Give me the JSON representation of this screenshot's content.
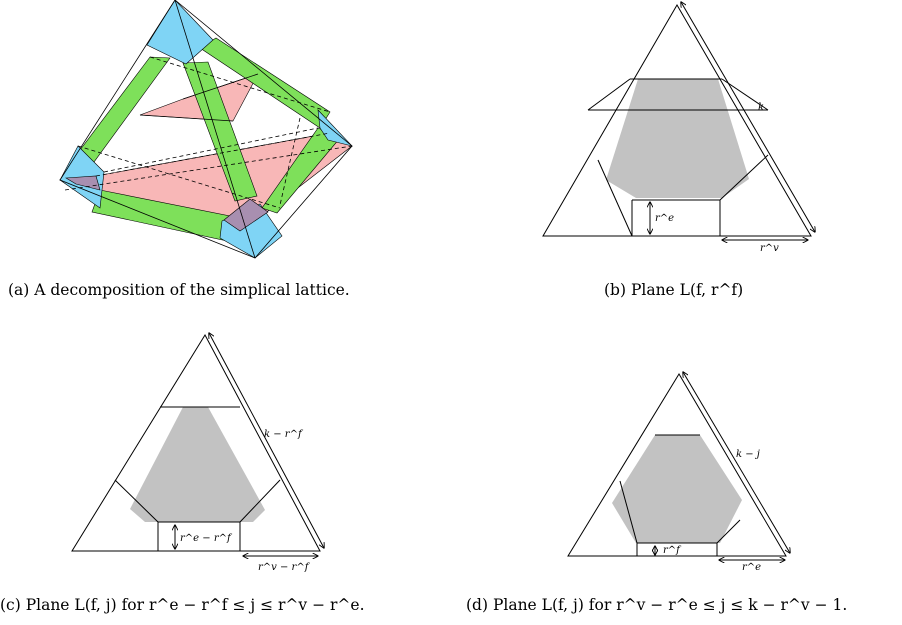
{
  "colors": {
    "green": "#7ee05a",
    "blue": "#7fd4f5",
    "pink": "#f7aaaa",
    "purple": "#a88fb0",
    "gray": "#c2c2c2",
    "stroke": "#000000"
  },
  "panels": {
    "a": {
      "caption": "(a)  A decomposition of the simplical lattice."
    },
    "b": {
      "caption": "(b)  Plane L(f, r^f)",
      "label_k": "k",
      "label_re": "r^e",
      "label_rv": "r^v"
    },
    "c": {
      "caption": "(c)  Plane L(f, j) for r^e − r^f ≤ j ≤ r^v − r^e.",
      "label_side": "k − r^f",
      "label_gap": "r^e − r^f",
      "label_base": "r^v − r^f"
    },
    "d": {
      "caption": "(d)  Plane L(f, j) for r^v − r^e ≤ j ≤ k − r^v − 1.",
      "label_side": "k − j",
      "label_gap": "r^f",
      "label_base": "r^e"
    }
  }
}
